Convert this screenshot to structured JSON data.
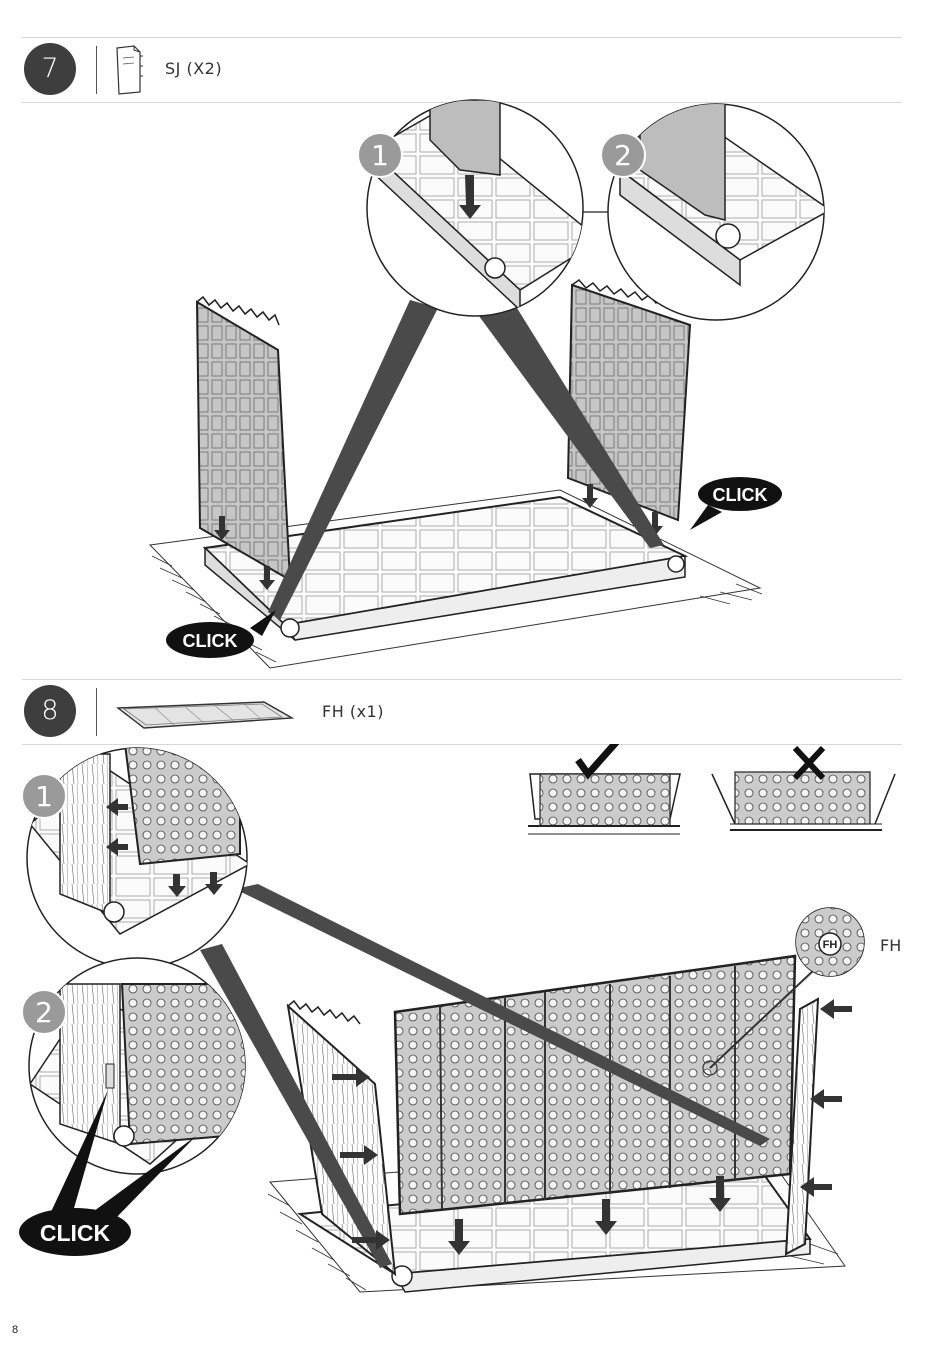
{
  "page": {
    "number": "8"
  },
  "step7": {
    "number": "7",
    "part_label": "SJ (X2)",
    "detail_1": "1",
    "detail_2": "2",
    "click_left": "CLICK",
    "click_right": "CLICK"
  },
  "step8": {
    "number": "8",
    "part_label": "FH (x1)",
    "detail_1": "1",
    "detail_2": "2",
    "click": "CLICK",
    "fh_callout": "FH",
    "fh_stamp": "FH"
  },
  "colors": {
    "badge": "#3e3e3e",
    "panel_fill": "#c8c8c8",
    "beam": "#4a4a4a",
    "ink": "#222222"
  }
}
